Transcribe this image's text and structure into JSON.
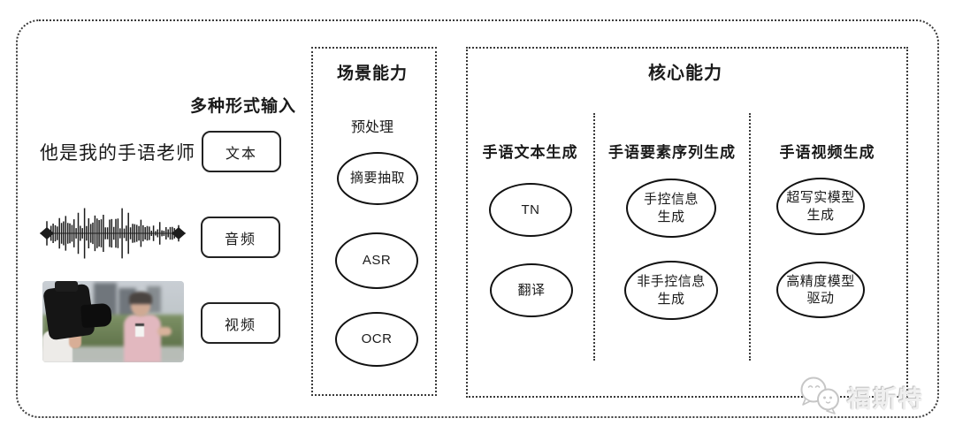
{
  "input_section": {
    "label": "多种形式输入",
    "text_sample": "他是我的手语老师",
    "tags": {
      "text": "文本",
      "audio": "音频",
      "video": "视频"
    }
  },
  "scene_box": {
    "title": "场景能力",
    "subtitle": "预处理",
    "nodes": [
      "摘要抽取",
      "ASR",
      "OCR"
    ]
  },
  "core_box": {
    "title": "核心能力",
    "columns": [
      {
        "header": "手语文本生成",
        "nodes": [
          "TN",
          "翻译"
        ]
      },
      {
        "header": "手语要素序列生成",
        "nodes": [
          "手控信息\n生成",
          "非手控信息\n生成"
        ]
      },
      {
        "header": "手语视频生成",
        "nodes": [
          "超写实模型\n生成",
          "高精度模型\n驱动"
        ]
      }
    ]
  },
  "watermark": {
    "brand": "福斯特"
  },
  "colors": {
    "line": "#3a3a3a",
    "node_border": "#111111",
    "text": "#1a1a1a",
    "watermark_gray": "#c9c9c9"
  }
}
